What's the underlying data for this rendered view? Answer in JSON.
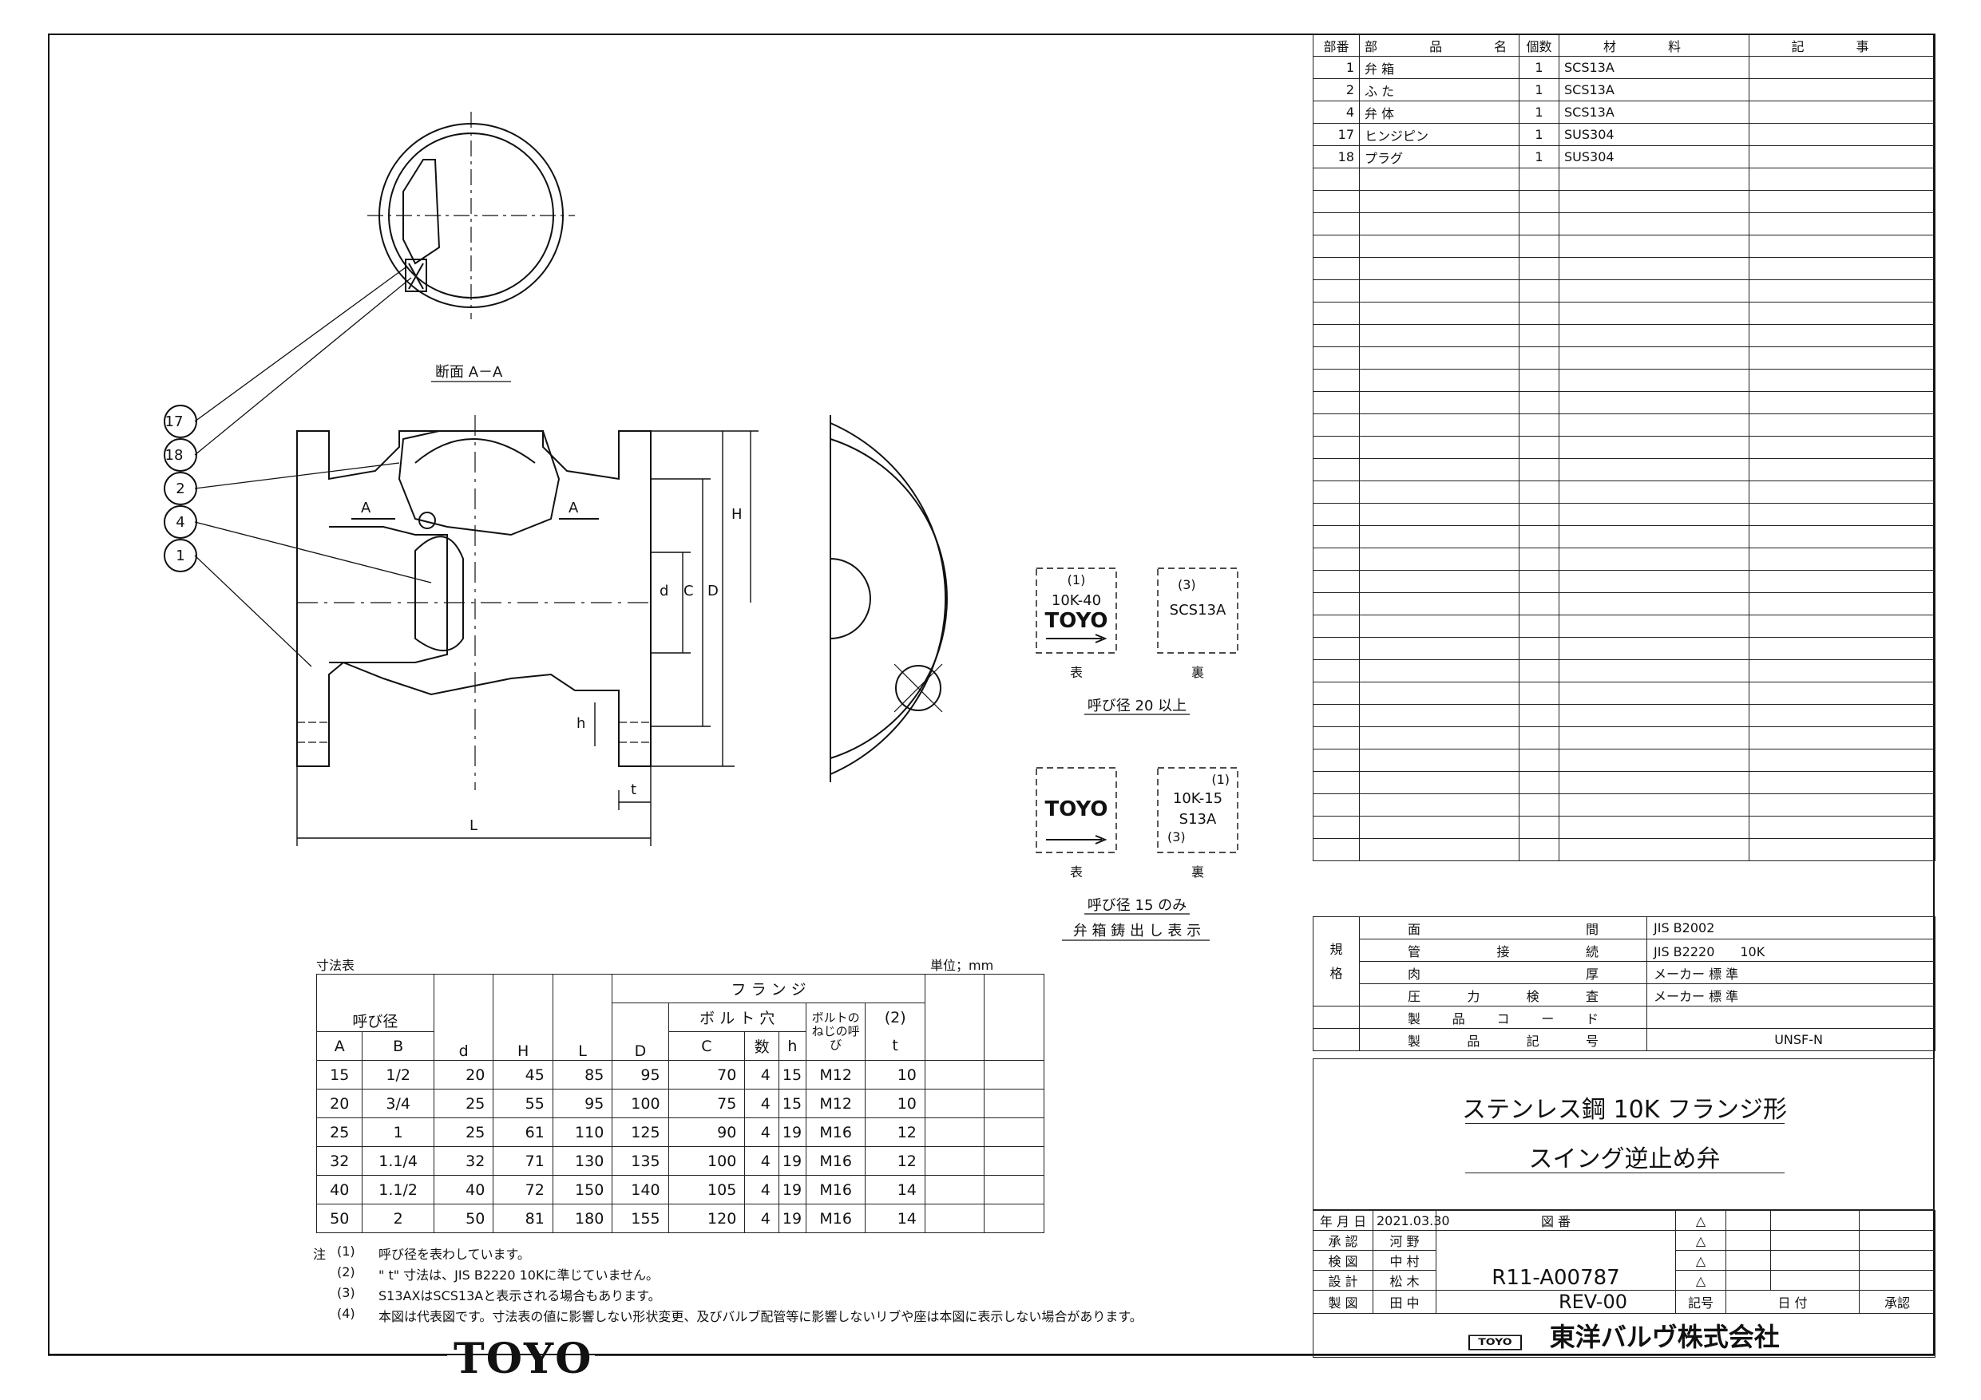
{
  "parts_table": {
    "headers": {
      "no": "部番",
      "name": "部 品 名",
      "qty": "個数",
      "material": "材 料",
      "remarks": "記 事"
    },
    "rows": [
      {
        "no": "1",
        "name": "弁 箱",
        "qty": "1",
        "material": "SCS13A",
        "remarks": ""
      },
      {
        "no": "2",
        "name": "ふ た",
        "qty": "1",
        "material": "SCS13A",
        "remarks": ""
      },
      {
        "no": "4",
        "name": "弁 体",
        "qty": "1",
        "material": "SCS13A",
        "remarks": ""
      },
      {
        "no": "17",
        "name": "ヒンジピン",
        "qty": "1",
        "material": "SUS304",
        "remarks": ""
      },
      {
        "no": "18",
        "name": "プラグ",
        "qty": "1",
        "material": "SUS304",
        "remarks": ""
      }
    ],
    "empty_rows": 31
  },
  "drawing": {
    "section_label": "断面 A－A",
    "balloons": [
      "17",
      "18",
      "2",
      "4",
      "1"
    ],
    "section_marker": "A",
    "dim_labels": {
      "H": "H",
      "d": "d",
      "C": "C",
      "D": "D",
      "h": "h",
      "t": "t",
      "L": "L"
    }
  },
  "markings": {
    "group1": {
      "front": {
        "note": "(1)",
        "rating": "10K-40",
        "brand": "TOYO",
        "caption": "表"
      },
      "back": {
        "note": "(3)",
        "material": "SCS13A",
        "caption": "裏"
      },
      "caption": "呼び径 20 以上"
    },
    "group2": {
      "front": {
        "brand": "TOYO",
        "caption": "表"
      },
      "back": {
        "note1": "(1)",
        "rating": "10K-15",
        "material": "S13A",
        "note3": "(3)",
        "caption": "裏"
      },
      "caption": "呼び径 15 のみ",
      "subcaption": "弁 箱 鋳 出 し 表 示"
    }
  },
  "dim_table": {
    "title": "寸法表",
    "unit": "単位；mm",
    "flange_header": "フ ラ ン ジ",
    "nominal_header": "呼び径",
    "bolt_hole_header": "ボ ル ト 穴",
    "bolt_thread_header": "ボルトのねじの呼び",
    "t_note": "(2)",
    "columns": [
      "A",
      "B",
      "d",
      "H",
      "L",
      "D",
      "C",
      "数",
      "h",
      "",
      "t"
    ],
    "rows": [
      [
        "15",
        "1/2",
        "20",
        "45",
        "85",
        "95",
        "70",
        "4",
        "15",
        "M12",
        "10"
      ],
      [
        "20",
        "3/4",
        "25",
        "55",
        "95",
        "100",
        "75",
        "4",
        "15",
        "M12",
        "10"
      ],
      [
        "25",
        "1",
        "25",
        "61",
        "110",
        "125",
        "90",
        "4",
        "19",
        "M16",
        "12"
      ],
      [
        "32",
        "1.1/4",
        "32",
        "71",
        "130",
        "135",
        "100",
        "4",
        "19",
        "M16",
        "12"
      ],
      [
        "40",
        "1.1/2",
        "40",
        "72",
        "150",
        "140",
        "105",
        "4",
        "19",
        "M16",
        "14"
      ],
      [
        "50",
        "2",
        "50",
        "81",
        "180",
        "155",
        "120",
        "4",
        "19",
        "M16",
        "14"
      ]
    ]
  },
  "notes": {
    "prefix": "注",
    "items": [
      {
        "num": "(1)",
        "text": "呼び径を表わしています。"
      },
      {
        "num": "(2)",
        "text": "\" t\" 寸法は、JIS B2220 10Kに準じていません。"
      },
      {
        "num": "(3)",
        "text": "S13AXはSCS13Aと表示される場合もあります。"
      },
      {
        "num": "(4)",
        "text": "本図は代表図です。寸法表の値に影響しない形状変更、及びバルブ配管等に影響しないリブや座は本図に表示しない場合があります。"
      }
    ]
  },
  "bottom_logo": "TOYO",
  "spec": {
    "side_label_1": "規",
    "side_label_2": "格",
    "rows": [
      {
        "label": "面 間",
        "value": "JIS B2002"
      },
      {
        "label": "管 接 続",
        "value": "JIS B2220　　10K"
      },
      {
        "label": "肉 厚",
        "value": "メーカー 標 準"
      },
      {
        "label": "圧 力 検 査",
        "value": "メーカー 標 準"
      },
      {
        "label": "製 品 コ ー ド",
        "value": ""
      },
      {
        "label": "製 品 記 号",
        "value": "UNSF-N"
      }
    ]
  },
  "title": {
    "line1": "ステンレス鋼 10K フランジ形",
    "line2": "スイング逆止め弁"
  },
  "title_block": {
    "date_label": "年 月 日",
    "date": "2021.03.30",
    "drawing_no_label": "図 番",
    "roles": [
      {
        "role": "承 認",
        "name": "河 野"
      },
      {
        "role": "検 図",
        "name": "中 村"
      },
      {
        "role": "設 計",
        "name": "松 木"
      },
      {
        "role": "製 図",
        "name": "田 中"
      }
    ],
    "drawing_no": "R11-A00787",
    "revision": "REV-00",
    "rev_cols": [
      "記号",
      "日 付",
      "承認"
    ],
    "company": "東洋バルヴ株式会社",
    "company_logo": "TOYO"
  }
}
